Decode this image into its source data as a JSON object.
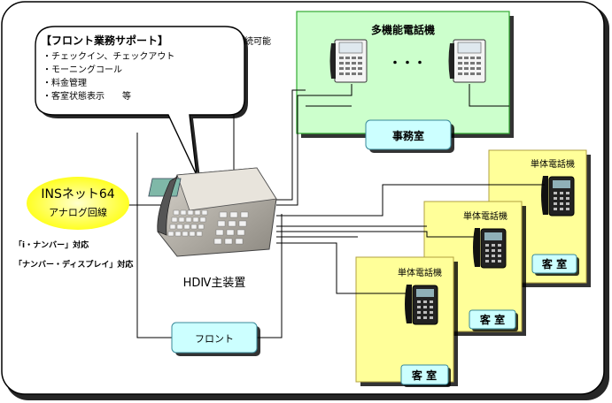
{
  "speech": {
    "title": "【フロント業務サポート】",
    "items": [
      "・チェックイン、チェックアウト",
      "・モーニングコール",
      "・料金管理",
      "・客室状態表示　　等"
    ]
  },
  "doorphone": {
    "label": "ドアホン接続可能"
  },
  "multi_phone_area": {
    "title": "多機能電話機",
    "ellipsis": "・・・",
    "office_label": "事務室"
  },
  "isdn": {
    "line1": "INSネット64",
    "line2": "アナログ回線"
  },
  "features": [
    "「i・ナンバー」対応",
    "「ナンバー・ディスプレイ」対応"
  ],
  "main_unit": {
    "label": "HDⅣ主装置"
  },
  "front": {
    "label": "フロント"
  },
  "rooms": [
    {
      "phone_label": "単体電話機",
      "room_label": "客 室"
    },
    {
      "phone_label": "単体電話機",
      "room_label": "客 室"
    },
    {
      "phone_label": "単体電話機",
      "room_label": "客 室"
    }
  ],
  "colors": {
    "green_area": "#ccffcc",
    "room_area": "#ffff99",
    "label_box": "#ccffff",
    "isdn_fill": "#ffff00"
  }
}
